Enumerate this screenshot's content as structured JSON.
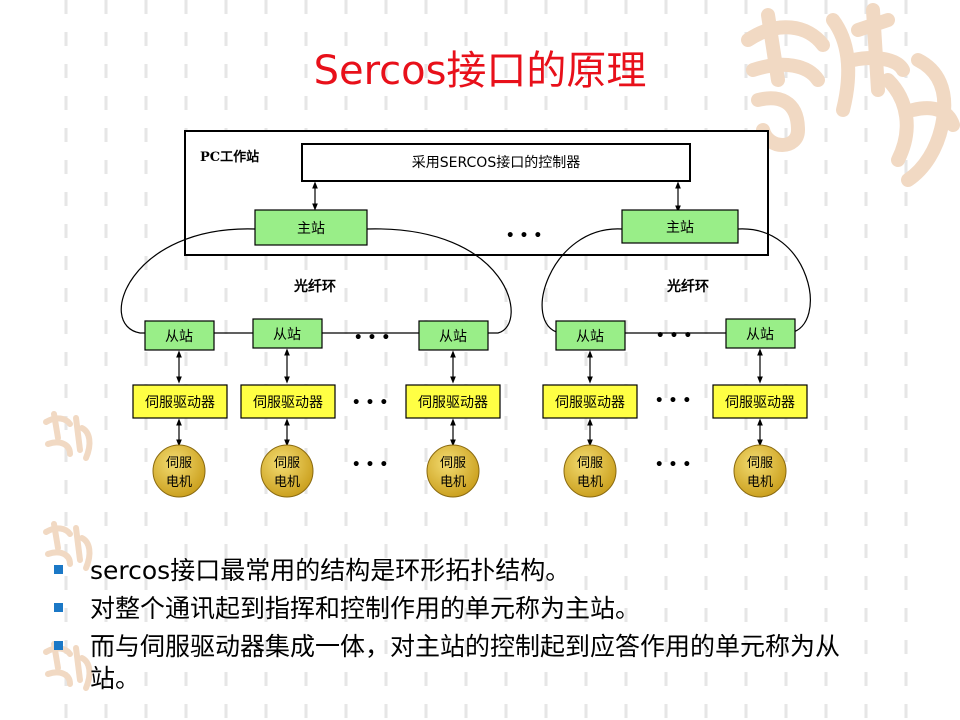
{
  "slide": {
    "title": "Sercos接口的原理"
  },
  "diagram": {
    "workstation_label": "PC工作站",
    "controller_label": "采用SERCOS接口的控制器",
    "master_label": "主站",
    "ring_label": "光纤环",
    "slave_label": "从站",
    "drive_label": "伺服驱动器",
    "motor_label_line1": "伺服",
    "motor_label_line2": "电机",
    "ellipsis": "• • •"
  },
  "bullets": [
    "sercos接口最常用的结构是环形拓扑结构。",
    "对整个通讯起到指挥和控制作用的单元称为主站。",
    "而与伺服驱动器集成一体，对主站的控制起到应答作用的单元称为从站。"
  ],
  "colors": {
    "title": "#e8101a",
    "green_box": "#99ee88",
    "yellow_box": "#ffff44",
    "motor": "#d7b22a",
    "bullet": "#1b78c6",
    "deco": "#f1d9c3"
  },
  "icons": {
    "bullet": "square-bullet-icon",
    "decoration": "ji-xiang-calligraphy-icon"
  }
}
